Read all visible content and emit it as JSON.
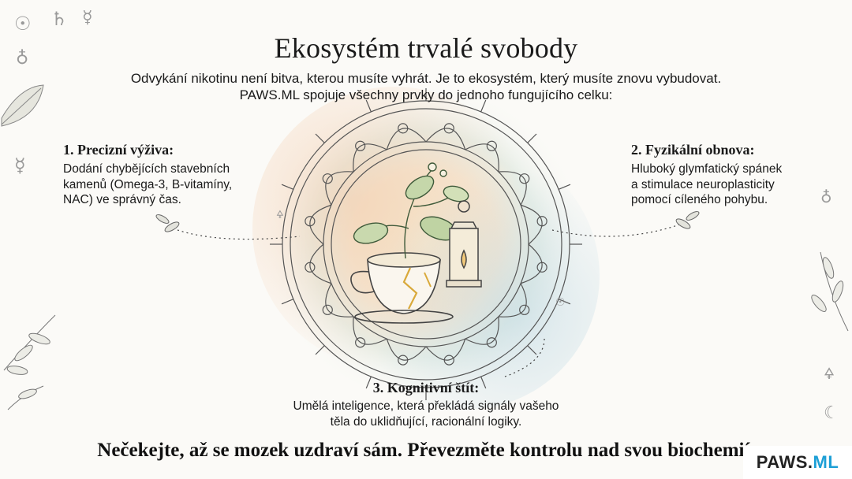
{
  "title": "Ekosystém trvalé svobody",
  "subtitle": [
    "Odvykání nikotinu není bitva, kterou musíte vyhrát. Je to ekosystém, který musíte znovu vybudovat.",
    "PAWS.ML spojuje všechny prvky do jednoho fungujícího celku:"
  ],
  "pillars": [
    {
      "heading": "1. Precizní výživa:",
      "lines": [
        "Dodání chybějících stavebních",
        "kamenů (Omega-3, B-vitamíny,",
        "NAC) ve správný čas."
      ]
    },
    {
      "heading": "2. Fyzikální obnova:",
      "lines": [
        "Hluboký glymfatický spánek",
        "a stimulace neuroplasticity",
        "pomocí cíleného pohybu."
      ]
    },
    {
      "heading": "3. Kognitivní štít:",
      "lines": [
        "Umělá inteligence, která překládá signály vašeho",
        "těla do uklidňující, racionální logiky."
      ]
    }
  ],
  "footer": "Nečekejte, až se mozek uzdraví sám. Převezměte kontrolu nad svou biochemií.",
  "brand": {
    "name": "PAWS.",
    "accent": "ML",
    "accent_color": "#1d9fd6"
  },
  "symbols": {
    "sun": "☉",
    "saturn": "♄",
    "mercury": "☿",
    "earth": "♁",
    "sulfur": "🜍",
    "moon": "☾"
  }
}
